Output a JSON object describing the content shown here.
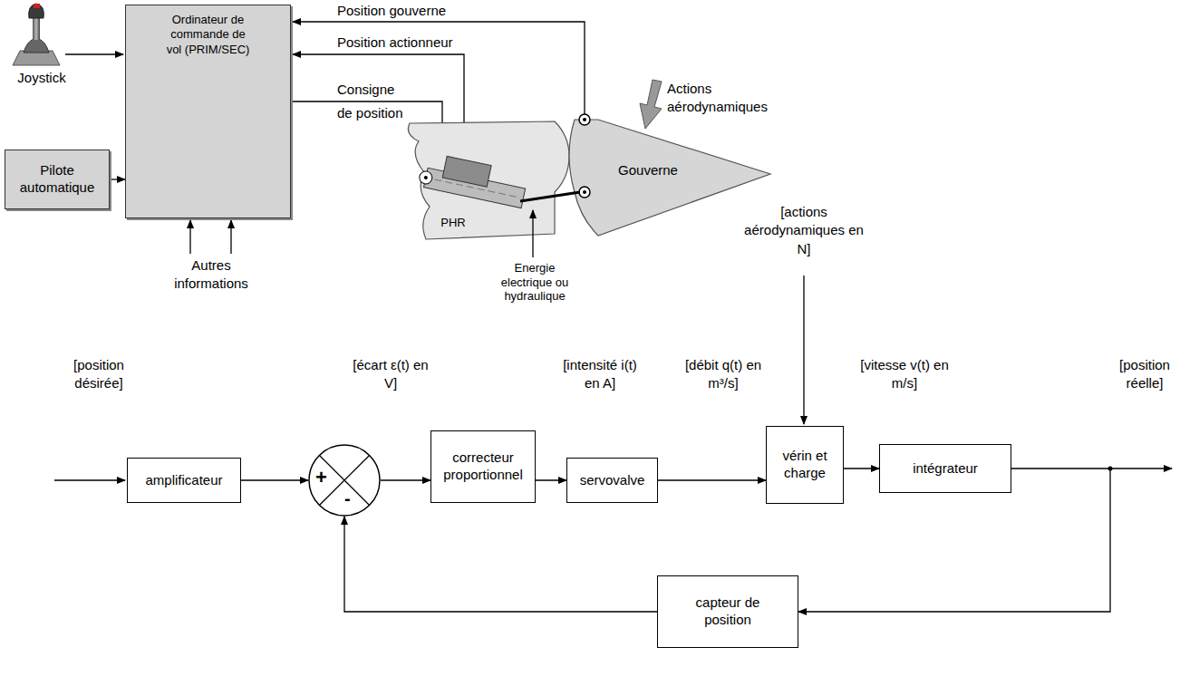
{
  "diagram": {
    "nodes": [
      {
        "text": [
          "Pilote automatique"
        ]
      },
      {
        "text": [
          "Ordinateur de commande de vol (PRIM/SEC)"
        ]
      },
      {
        "text": [
          "amplificateur"
        ]
      },
      {
        "text": [
          "+",
          "-"
        ]
      },
      {
        "text": [
          "correcteur proportionnel"
        ]
      },
      {
        "text": [
          "servovalve"
        ]
      },
      {
        "text": [
          "vérin et charge"
        ]
      },
      {
        "text": [
          "intégrateur"
        ]
      },
      {
        "text": [
          "capteur de position"
        ]
      }
    ],
    "edges": [
      {
        "from": 0,
        "to": 1,
        "arrow": "to"
      },
      {
        "from": 2,
        "to": 3,
        "arrow": "to"
      },
      {
        "from": 3,
        "to": 4,
        "arrow": "to",
        "label": "[écart ε(t) en V]"
      },
      {
        "from": 4,
        "to": 5,
        "arrow": "to",
        "label": "[intensité i(t) en A]"
      },
      {
        "from": 5,
        "to": 6,
        "arrow": "to",
        "label": "[débit q(t) en m³/s]"
      },
      {
        "from": 6,
        "to": 7,
        "arrow": "to",
        "label": "[vitesse v(t) en m/s]"
      },
      {
        "from": 7,
        "to": 8,
        "arrow": "to"
      },
      {
        "from": 8,
        "to": 3,
        "arrow": "to"
      }
    ],
    "labels": [
      "Joystick",
      "Autres informations",
      "Position gouverne",
      "Position actionneur",
      "Consigne",
      "de position",
      "Actions aérodynamiques",
      "Gouverne",
      "PHR",
      "Energie electrique ou hydraulique",
      "[actions aérodynamiques en N]",
      "[position désirée]",
      "[position réelle]"
    ]
  }
}
